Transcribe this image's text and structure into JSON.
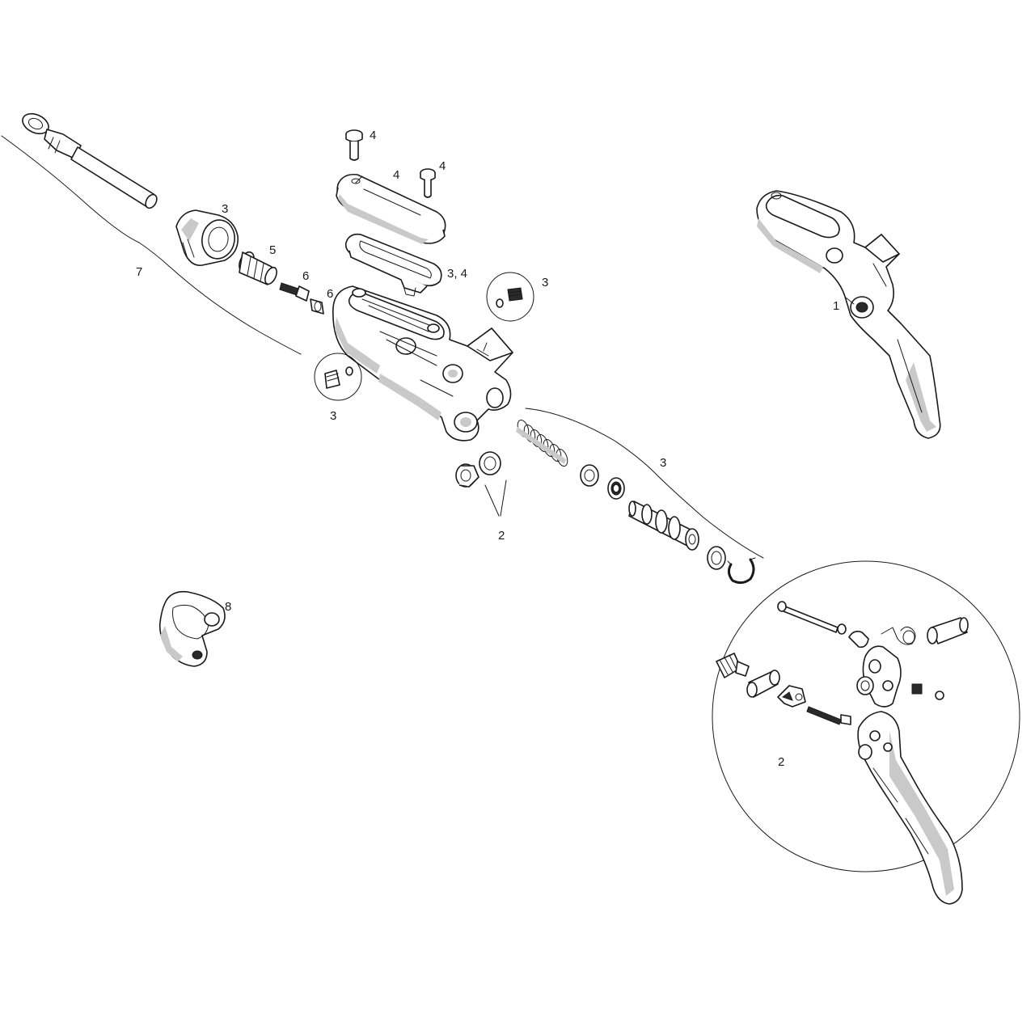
{
  "diagram": {
    "labels": {
      "l1": "1",
      "l2_washers": "2",
      "l2_detail": "2",
      "l3_clamp": "3",
      "l3_4_reservoir": "3, 4",
      "l3_bleed_right": "3",
      "l3_bleed_left": "3",
      "l3_piston_kit": "3",
      "l4_bolt_top": "4",
      "l4_cover": "4",
      "l4_bolt_right": "4",
      "l5": "5",
      "l6_barb": "6",
      "l6_olive": "6",
      "l7": "7",
      "l8": "8"
    },
    "colors": {
      "line": "#1a1a1a",
      "shade": "#c9c9c9",
      "background": "#ffffff"
    }
  }
}
